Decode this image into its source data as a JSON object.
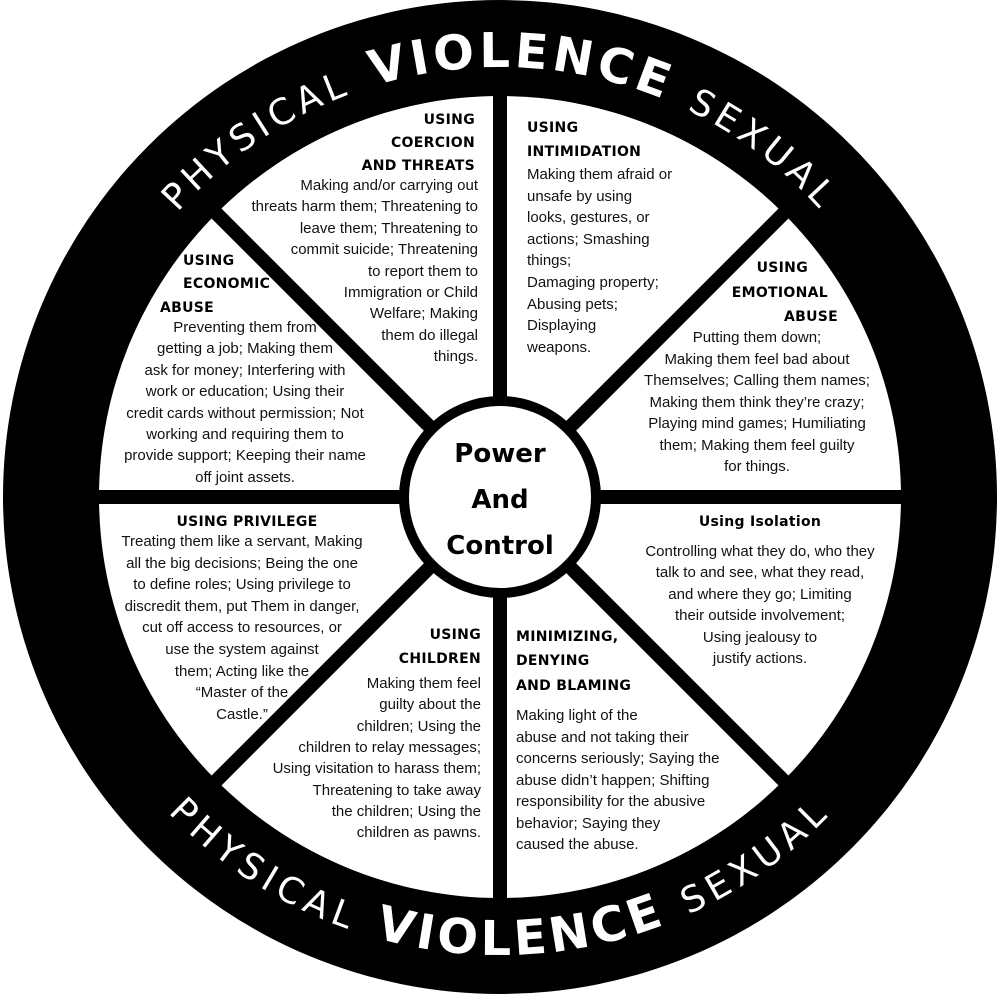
{
  "colors": {
    "ring": "#000000",
    "background": "#ffffff",
    "text": "#111111"
  },
  "rim": {
    "top": {
      "left": "PHYSICAL",
      "middle": "VIOLENCE",
      "right": "SEXUAL"
    },
    "bottom": {
      "left": "PHYSICAL",
      "middle": "VIOLENCE",
      "right": "SEXUAL"
    }
  },
  "center": {
    "lines": [
      "Power",
      "And",
      "Control"
    ]
  },
  "sections": {
    "coercion": {
      "heading": [
        "USING",
        "COERCION",
        "AND THREATS"
      ],
      "body": [
        "Making and/or carrying out",
        "threats harm them; Threatening to",
        "leave them; Threatening to",
        "commit suicide; Threatening",
        "to report them to",
        "Immigration or Child",
        "Welfare; Making",
        "them do illegal",
        "things."
      ]
    },
    "intimidation": {
      "heading": [
        "USING",
        "INTIMIDATION"
      ],
      "body": [
        "Making them afraid or",
        "unsafe by using",
        "looks, gestures, or",
        "actions; Smashing",
        "things;",
        "Damaging property;",
        "Abusing pets;",
        "Displaying",
        "weapons."
      ]
    },
    "emotional": {
      "heading": [
        "USING",
        "EMOTIONAL",
        "ABUSE"
      ],
      "body": [
        "Putting them down;",
        "Making them feel bad about",
        "Themselves; Calling them names;",
        "Making them think they’re crazy;",
        "Playing mind games; Humiliating",
        "them; Making them feel guilty",
        "for things."
      ]
    },
    "isolation": {
      "heading": [
        "Using Isolation"
      ],
      "body": [
        "Controlling what they do, who they",
        "talk to and see, what they read,",
        "and where they go; Limiting",
        "their outside involvement;",
        "Using jealousy to",
        "justify actions."
      ]
    },
    "minimizing": {
      "heading": [
        "MINIMIZING,",
        "DENYING",
        "AND BLAMING"
      ],
      "body": [
        "Making light of the",
        "abuse and not taking their",
        "concerns seriously; Saying the",
        "abuse didn’t happen; Shifting",
        "responsibility for the abusive",
        "behavior; Saying they",
        "caused the abuse."
      ]
    },
    "children": {
      "heading": [
        "USING",
        "CHILDREN"
      ],
      "body": [
        "Making them feel",
        "guilty about the",
        "children; Using the",
        "children to relay messages;",
        "Using visitation to harass them;",
        "Threatening to take away",
        "the children; Using the",
        "children as pawns."
      ]
    },
    "privilege": {
      "heading": [
        "USING PRIVILEGE"
      ],
      "body": [
        "Treating them like a servant, Making",
        "all the big decisions; Being the one",
        "to define roles; Using privilege to",
        "discredit them, put Them in danger,",
        "cut off access to resources, or",
        "use the system against",
        "them; Acting like the",
        "“Master of the",
        "Castle.”"
      ]
    },
    "economic": {
      "heading": [
        "USING",
        "ECONOMIC",
        "ABUSE"
      ],
      "body": [
        "Preventing them from",
        "getting a job; Making them",
        "ask for money; Interfering with",
        "work or education; Using their",
        "credit cards without permission; Not",
        "working and requiring them to",
        "provide support; Keeping their name",
        "off joint assets."
      ]
    }
  }
}
